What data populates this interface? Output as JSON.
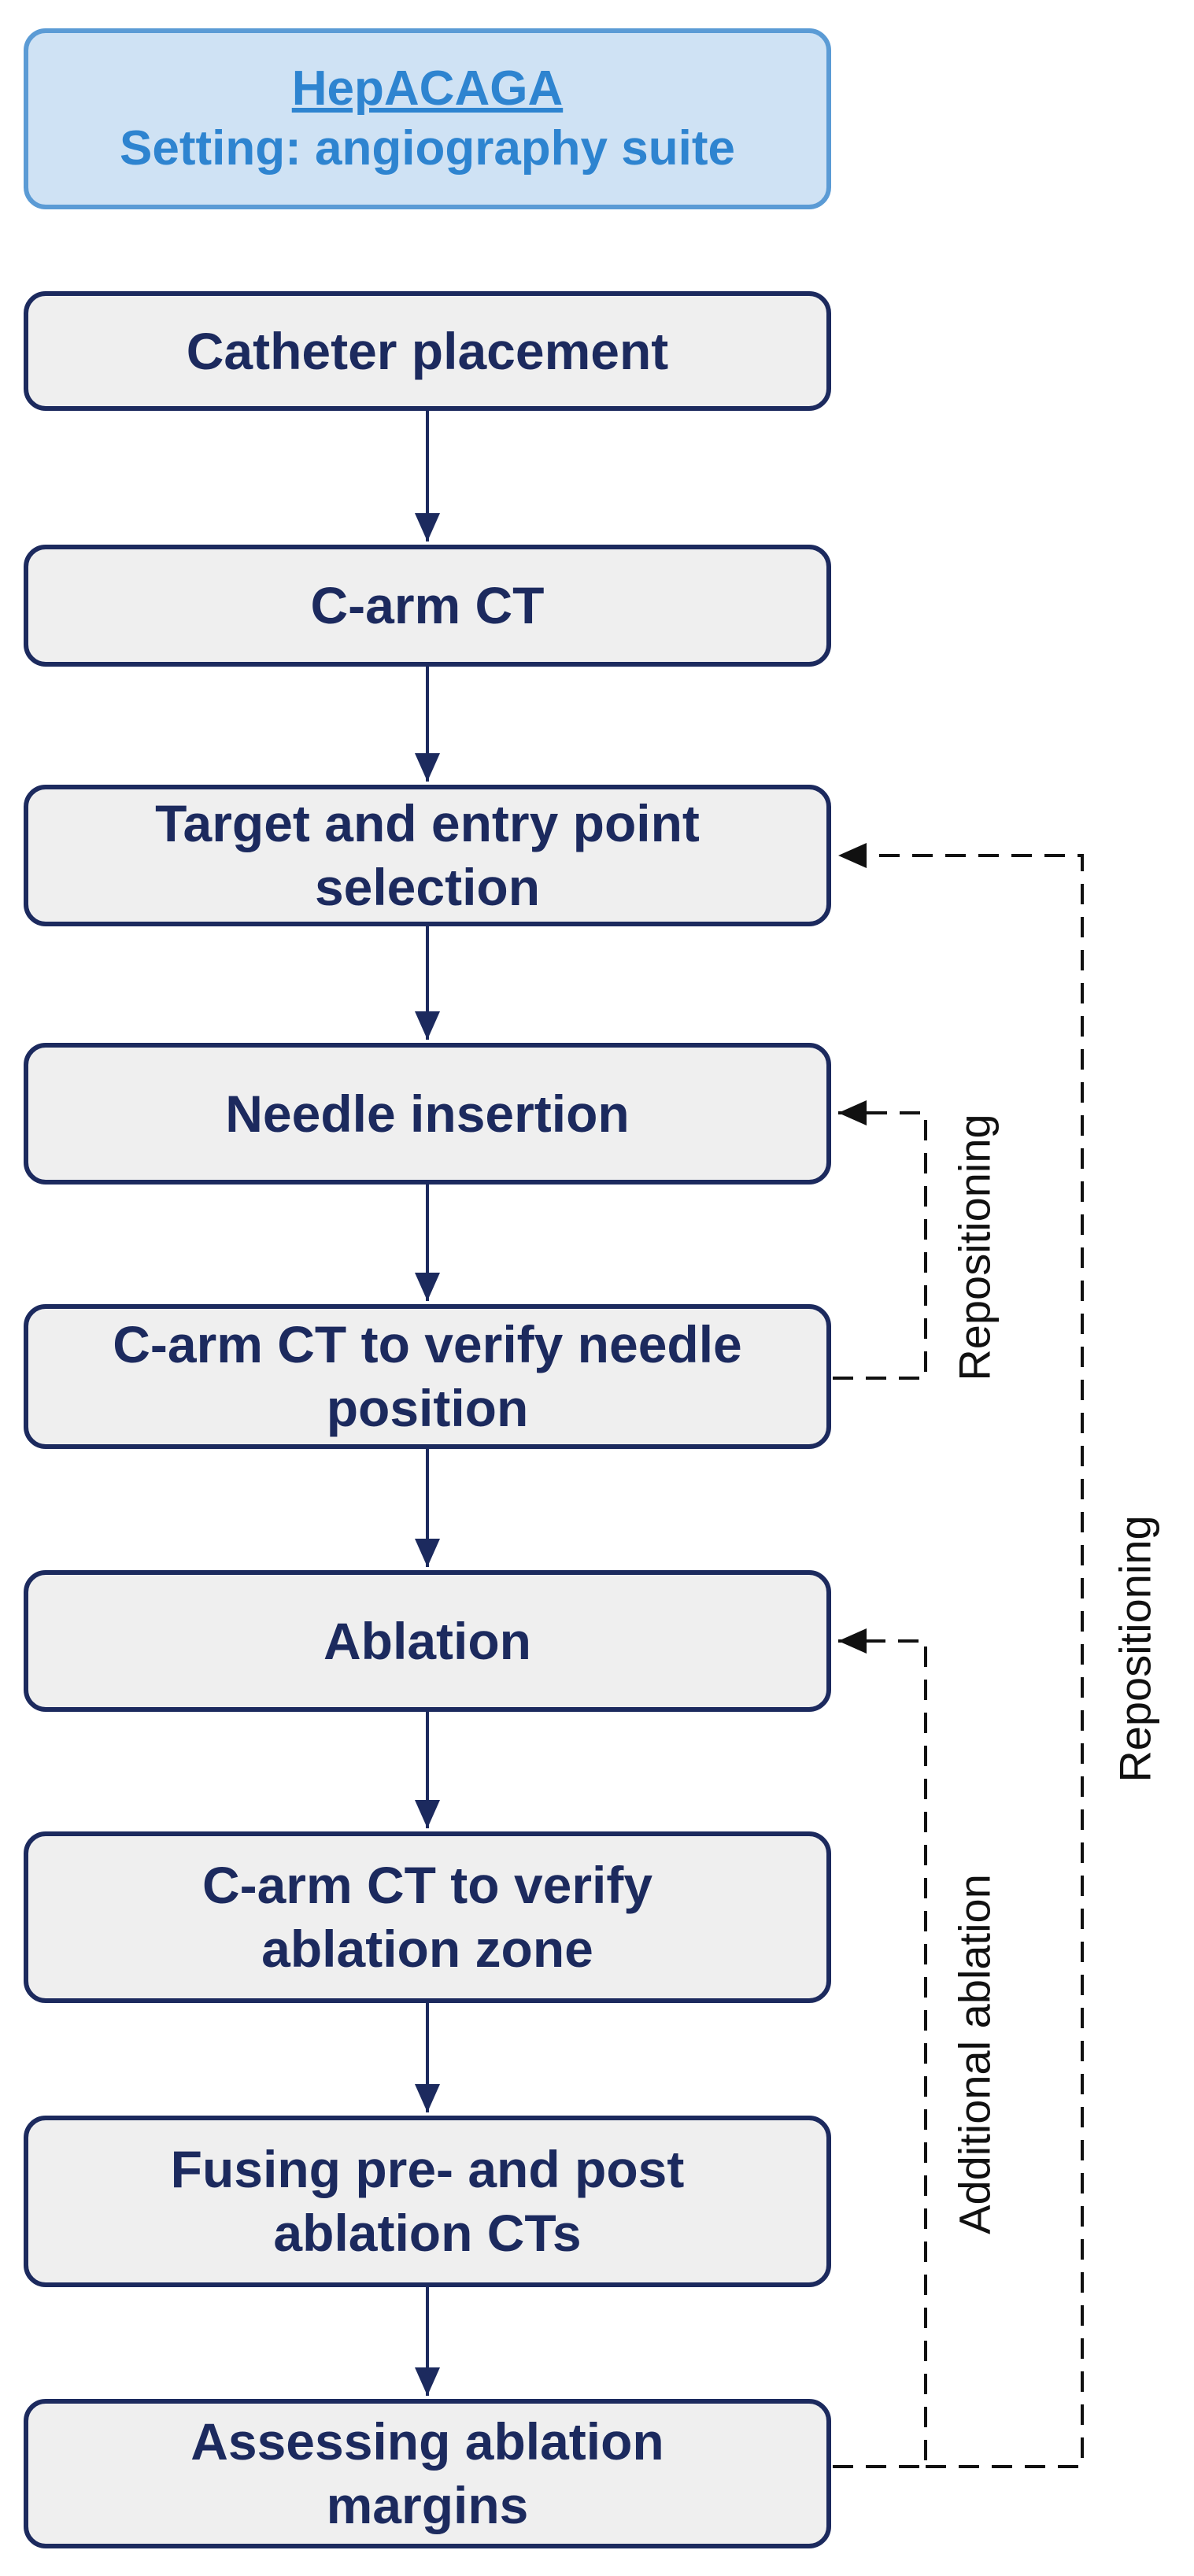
{
  "header": {
    "title": "HepACAGA",
    "setting": "Setting: angiography suite"
  },
  "steps": [
    {
      "lines": [
        "Catheter placement"
      ]
    },
    {
      "lines": [
        "C-arm CT"
      ]
    },
    {
      "lines": [
        "Target and entry point",
        "selection"
      ]
    },
    {
      "lines": [
        "Needle insertion"
      ]
    },
    {
      "lines": [
        "C-arm CT to verify needle",
        "position"
      ]
    },
    {
      "lines": [
        "Ablation"
      ]
    },
    {
      "lines": [
        "C-arm CT to verify",
        "ablation zone"
      ]
    },
    {
      "lines": [
        "Fusing pre- and post",
        "ablation CTs"
      ]
    },
    {
      "lines": [
        "Assessing ablation",
        "margins"
      ]
    }
  ],
  "feedback": {
    "needle_repositioning": "Repositioning",
    "additional_ablation": "Additional ablation",
    "target_repositioning": "Repositioning"
  },
  "colors": {
    "box_border": "#1c2a5e",
    "box_fill": "#efefef",
    "header_fill": "#cfe2f4",
    "header_border": "#5b9bd5",
    "header_text": "#2e84d0",
    "arrow": "#1c2a5e",
    "dashed": "#111111"
  }
}
